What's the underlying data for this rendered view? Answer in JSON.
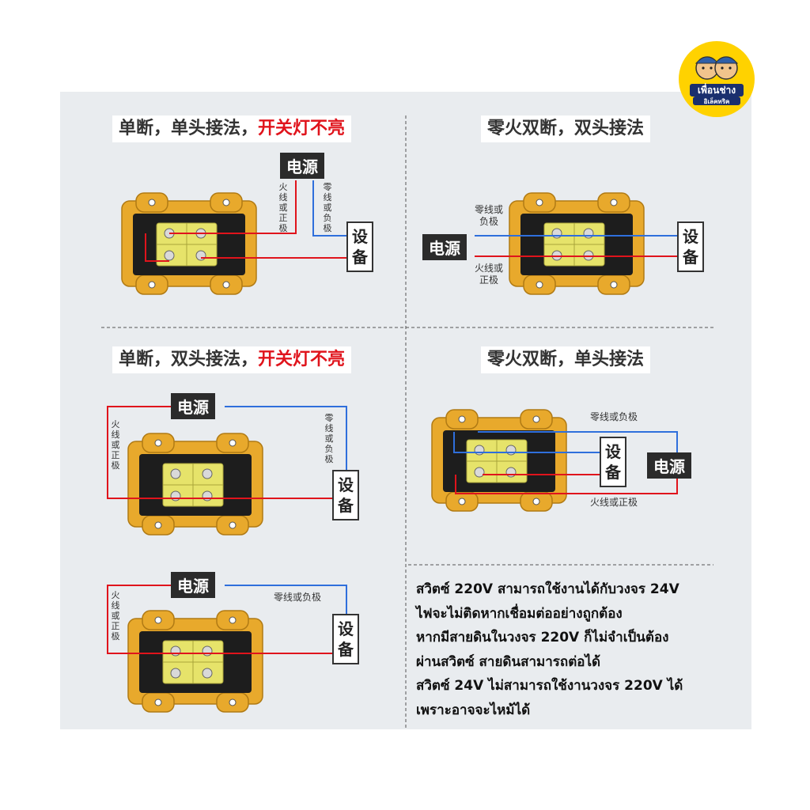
{
  "panels": [
    {
      "title_main": "单断，单头接法，",
      "title_red": "开关灯不亮",
      "power": "电源",
      "equipment": "设备",
      "live": "火线或正极",
      "neutral": "零线或负极"
    },
    {
      "title_main": "零火双断，双头接法",
      "title_red": "",
      "power": "电源",
      "equipment": "设备",
      "neutral": "零线或负极",
      "live": "火线或正极"
    },
    {
      "title_main": "单断，双头接法，",
      "title_red": "开关灯不亮",
      "power": "电源",
      "equipment": "设备",
      "live": "火线或正极",
      "neutral": "零线或负极"
    },
    {
      "title_main": "零火双断，单头接法",
      "title_red": "",
      "power": "电源",
      "equipment": "设备",
      "neutral": "零线或负极",
      "live": "火线或正极"
    },
    {
      "title_main": "",
      "title_red": "",
      "power": "电源",
      "equipment": "设备",
      "live": "火线或正极",
      "neutral": "零线或负极"
    }
  ],
  "note_lines": [
    "สวิตซ์ 220V สามารถใช้งานได้กับวงจร 24V",
    "ไฟจะไม่ติดหากเชื่อมต่ออย่างถูกต้อง",
    "หากมีสายดินในวงจร  220V  ก็ไม่จำเป็นต้อง",
    "ผ่านสวิตซ์ สายดินสามารถต่อได้",
    "สวิตซ์ 24V ไม่สามารถใช้งานวงจร 220V ได้",
    "เพราะอาจจะไหม้ได้"
  ],
  "logo": {
    "line1": "เพื่อนช่าง",
    "line2": "อิเล็คทริค"
  },
  "colors": {
    "live": "#e0141c",
    "neutral": "#2f6fdc",
    "housing": "#e8a92c",
    "terminal": "#e6e36a"
  }
}
